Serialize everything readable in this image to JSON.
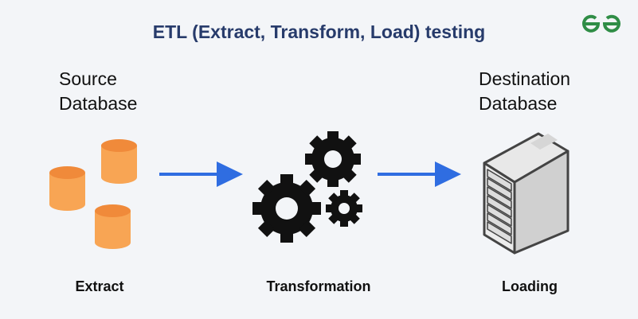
{
  "title": "ETL (Extract, Transform, Load) testing",
  "logo": "GfG",
  "source": {
    "line1": "Source",
    "line2": "Database"
  },
  "destination": {
    "line1": "Destination",
    "line2": "Database"
  },
  "steps": [
    "Extract",
    "Transformation",
    "Loading"
  ],
  "colors": {
    "arrow": "#2f6de1",
    "cylinder": "#f8a554",
    "cylinder_top": "#f08a3a",
    "logo": "#2f8d46",
    "title": "#273b6b"
  }
}
